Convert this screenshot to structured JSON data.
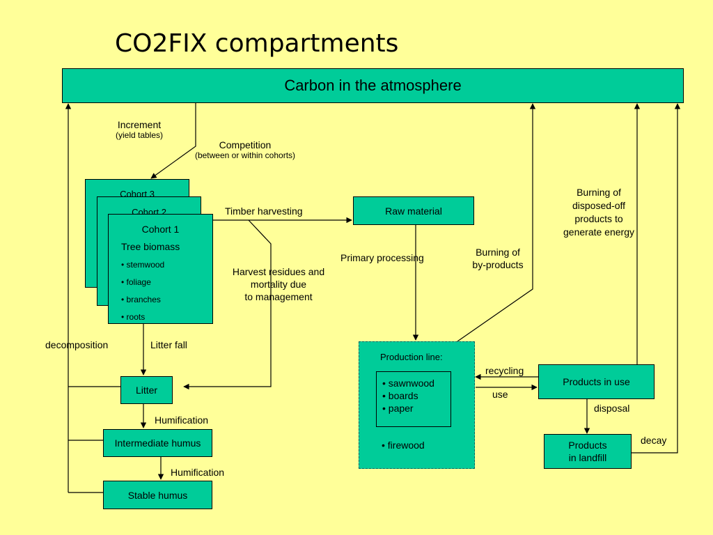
{
  "title": "CO2FIX compartments",
  "atmosphere": "Carbon in the atmosphere",
  "cohort3": "Cohort 3",
  "cohort2": "Cohort 2",
  "cohort1": {
    "title": "Cohort 1",
    "subtitle": "Tree biomass",
    "items": [
      "• stemwood",
      "• foliage",
      "• branches",
      "• roots"
    ]
  },
  "raw_material": "Raw material",
  "production_line": {
    "title": "Production line:",
    "items": [
      "• sawnwood",
      "• boards",
      "• paper"
    ],
    "firewood": "• firewood"
  },
  "products_in_use": "Products in use",
  "products_in_landfill": [
    "Products",
    "in landfill"
  ],
  "litter": "Litter",
  "intermediate_humus": "Intermediate humus",
  "stable_humus": "Stable humus",
  "labels": {
    "increment": "Increment",
    "increment_sub": "(yield tables)",
    "competition": "Competition",
    "competition_sub": "(between or within cohorts)",
    "timber_harvesting": "Timber harvesting",
    "harvest_residues": [
      "Harvest residues and",
      "mortality due",
      "to management"
    ],
    "primary_processing": "Primary processing",
    "burning_byproducts": [
      "Burning of",
      "by-products"
    ],
    "burning_disposed": [
      "Burning of",
      "disposed-off",
      "products to",
      "generate energy"
    ],
    "decomposition": "decomposition",
    "litter_fall": "Litter fall",
    "humification1": "Humification",
    "humification2": "Humification",
    "recycling": "recycling",
    "use": "use",
    "disposal": "disposal",
    "decay": "decay"
  }
}
